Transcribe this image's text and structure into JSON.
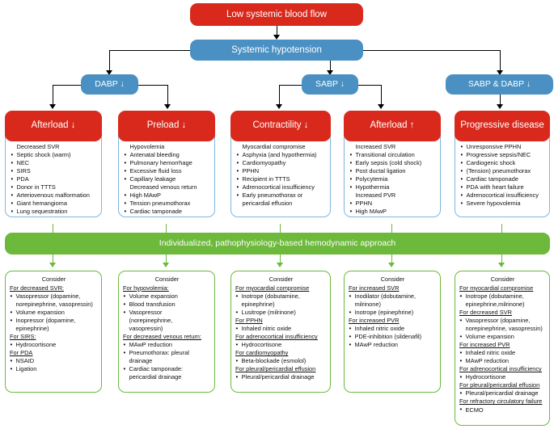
{
  "colors": {
    "red": "#d9291c",
    "blue": "#4a90c2",
    "green": "#6cb93b",
    "body_border": "#7fb6da",
    "text": "#111111",
    "white": "#ffffff"
  },
  "top": {
    "root": "Low systemic blood flow",
    "level2": "Systemic hypotension",
    "level3": [
      {
        "label": "DABP ↓"
      },
      {
        "label": "SABP ↓"
      },
      {
        "label": "SABP & DABP ↓"
      }
    ]
  },
  "branches": [
    {
      "title": "Afterload  ↓",
      "items": [
        {
          "type": "plain",
          "text": "Decreased SVR"
        },
        {
          "type": "bullet",
          "text": "Septic shock (warm)"
        },
        {
          "type": "bullet",
          "text": "NEC"
        },
        {
          "type": "bullet",
          "text": "SIRS"
        },
        {
          "type": "bullet",
          "text": "PDA"
        },
        {
          "type": "bullet",
          "text": "Donor in TTTS"
        },
        {
          "type": "bullet",
          "text": "Arteriovenous malformation"
        },
        {
          "type": "bullet",
          "text": "Giant hemangioma"
        },
        {
          "type": "bullet",
          "text": "Lung sequestration"
        }
      ]
    },
    {
      "title": "Preload ↓",
      "items": [
        {
          "type": "plain",
          "text": "Hypovolemia"
        },
        {
          "type": "bullet",
          "text": "Antenatal bleeding"
        },
        {
          "type": "bullet",
          "text": "Pulmonary hemorrhage"
        },
        {
          "type": "bullet",
          "text": "Excessive fluid loss"
        },
        {
          "type": "bullet",
          "text": "Capillary leakage"
        },
        {
          "type": "plain",
          "text": "Decreased venous return"
        },
        {
          "type": "bullet",
          "text": "High MAwP"
        },
        {
          "type": "bullet",
          "text": "Tension pneumothorax"
        },
        {
          "type": "bullet",
          "text": "Cardiac tamponade"
        }
      ]
    },
    {
      "title": "Contractility ↓",
      "items": [
        {
          "type": "plain",
          "text": "Myocardial compromise"
        },
        {
          "type": "bullet",
          "text": "Asphyxia (and hypothermia)"
        },
        {
          "type": "bullet",
          "text": "Cardiomyopathy"
        },
        {
          "type": "bullet",
          "text": "PPHN"
        },
        {
          "type": "bullet",
          "text": "Recipient in TTTS"
        },
        {
          "type": "bullet",
          "text": "Adrenocortical insufficiency"
        },
        {
          "type": "bullet",
          "text": "Early pneumothorax or"
        },
        {
          "type": "cont",
          "text": "pericardial effusion"
        }
      ]
    },
    {
      "title": "Afterload ↑",
      "items": [
        {
          "type": "plain",
          "text": "Increased SVR"
        },
        {
          "type": "bullet",
          "text": "Transitional circulation"
        },
        {
          "type": "bullet",
          "text": "Early sepsis (cold shock)"
        },
        {
          "type": "bullet",
          "text": "Post ductal ligation"
        },
        {
          "type": "bullet",
          "text": "Polycytemia"
        },
        {
          "type": "bullet",
          "text": "Hypothermia"
        },
        {
          "type": "plain",
          "text": "Increased PVR"
        },
        {
          "type": "bullet",
          "text": "PPHN"
        },
        {
          "type": "bullet",
          "text": "High MAwP"
        }
      ]
    },
    {
      "title": "Progressive disease",
      "items": [
        {
          "type": "bullet",
          "text": "Unresponsive PPHN"
        },
        {
          "type": "bullet",
          "text": "Progressive sepsis/NEC"
        },
        {
          "type": "bullet",
          "text": "Cardiogenic shock"
        },
        {
          "type": "bullet",
          "text": "(Tension) pneumothorax"
        },
        {
          "type": "bullet",
          "text": "Cardiac tamponade"
        },
        {
          "type": "bullet",
          "text": "PDA with heart failure"
        },
        {
          "type": "bullet",
          "text": "Adrenocortical insufficiency"
        },
        {
          "type": "bullet",
          "text": "Severe hypovolemia"
        }
      ]
    }
  ],
  "approach_bar": "Individualized, pathophysiology-based hemodynamic approach",
  "consider_title": "Consider",
  "considers": [
    {
      "items": [
        {
          "type": "heading",
          "text": "For decreased SVR:"
        },
        {
          "type": "bullet",
          "text": "Vasopressor (dopamine,"
        },
        {
          "type": "cont",
          "text": "norepinephrine, vasopressin)"
        },
        {
          "type": "bullet",
          "text": "Volume expansion"
        },
        {
          "type": "bullet",
          "text": "Inopressor (dopamine,"
        },
        {
          "type": "cont",
          "text": "epinephrine)"
        },
        {
          "type": "heading",
          "text": "For SIRS:"
        },
        {
          "type": "bullet",
          "text": "Hydrocortisone"
        },
        {
          "type": "heading",
          "text": "For PDA"
        },
        {
          "type": "bullet",
          "text": "NSAID"
        },
        {
          "type": "bullet",
          "text": "Ligation"
        }
      ]
    },
    {
      "items": [
        {
          "type": "heading",
          "text": "For hypovolemia:"
        },
        {
          "type": "bullet",
          "text": "Volume expansion"
        },
        {
          "type": "bullet",
          "text": "Blood transfusion"
        },
        {
          "type": "bullet",
          "text": "Vasopressor"
        },
        {
          "type": "cont",
          "text": "(norepinephrine,"
        },
        {
          "type": "cont",
          "text": "vasopressin)"
        },
        {
          "type": "heading",
          "text": "For decreased venous return:"
        },
        {
          "type": "bullet",
          "text": "MAwP reduction"
        },
        {
          "type": "bullet",
          "text": "Pneumothorax: pleural"
        },
        {
          "type": "cont",
          "text": "drainage"
        },
        {
          "type": "bullet",
          "text": "Cardiac tamponade:"
        },
        {
          "type": "cont",
          "text": "pericardial drainage"
        }
      ]
    },
    {
      "items": [
        {
          "type": "heading",
          "text": "For myocardial compromise "
        },
        {
          "type": "bullet",
          "text": "Inotrope (dobutamine,"
        },
        {
          "type": "cont",
          "text": "epinephrine)"
        },
        {
          "type": "bullet",
          "text": "Lusitrope (milrinone)"
        },
        {
          "type": "heading",
          "text": "For PPHN"
        },
        {
          "type": "bullet",
          "text": "Inhaled nitric oxide"
        },
        {
          "type": "heading",
          "text": "For adrenocortical insufficiency"
        },
        {
          "type": "bullet",
          "text": "Hydrocortisone"
        },
        {
          "type": "heading",
          "text": "For cardiomyopathy"
        },
        {
          "type": "bullet",
          "text": "Beta-blockade (esmolol)"
        },
        {
          "type": "heading",
          "text": "For pleural/pericardial effusion"
        },
        {
          "type": "bullet",
          "text": "Pleural/pericardial drainage"
        }
      ]
    },
    {
      "items": [
        {
          "type": "heading",
          "text": "For increased SVR"
        },
        {
          "type": "bullet",
          "text": "Inodilator (dobutamine,"
        },
        {
          "type": "cont",
          "text": "milrinone)"
        },
        {
          "type": "bullet",
          "text": "Inotrope (epinephrine)"
        },
        {
          "type": "heading",
          "text": "For increased PVR"
        },
        {
          "type": "bullet",
          "text": "Inhaled nitric oxide"
        },
        {
          "type": "bullet",
          "text": "PDE-inhibition (sildenafil)"
        },
        {
          "type": "bullet",
          "text": "MAwP reduction"
        }
      ]
    },
    {
      "items": [
        {
          "type": "heading",
          "text": "For myocardial compromise "
        },
        {
          "type": "bullet",
          "text": "Inotrope (dobutamine,"
        },
        {
          "type": "cont",
          "text": "epinephrine,milrinone)"
        },
        {
          "type": "heading",
          "text": "For decreased SVR"
        },
        {
          "type": "bullet",
          "text": "Vasopressor (dopamine,"
        },
        {
          "type": "cont",
          "text": "norepinephrine, vasopressin)"
        },
        {
          "type": "bullet",
          "text": "Volume expansion"
        },
        {
          "type": "heading",
          "text": "For increased PVR"
        },
        {
          "type": "bullet",
          "text": "Inhaled nitric oxide"
        },
        {
          "type": "bullet",
          "text": "MAwP reduction"
        },
        {
          "type": "heading",
          "text": "For adrenocortical insufficiency"
        },
        {
          "type": "bullet",
          "text": "Hydrocortisone"
        },
        {
          "type": "heading",
          "text": "For pleural/pericardial effusion"
        },
        {
          "type": "bullet",
          "text": "Pleural/pericardial drainage"
        },
        {
          "type": "heading",
          "text": "For refractory circulatory failure"
        },
        {
          "type": "bullet",
          "text": "ECMO"
        }
      ]
    }
  ]
}
